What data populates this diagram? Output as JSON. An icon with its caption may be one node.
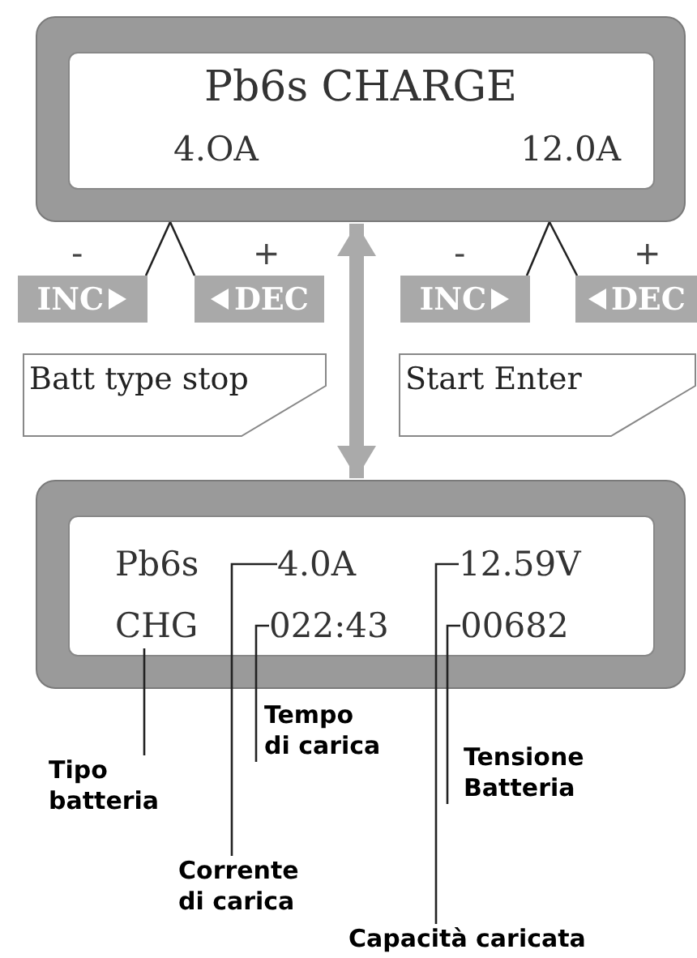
{
  "diagram": {
    "nodes": [
      {
        "text": [
          "Pb6s CHARGE"
        ]
      },
      {
        "text": [
          "4.OA"
        ],
        "in": 0
      },
      {
        "text": [
          "12.0A"
        ],
        "in": 0
      },
      {
        "text": [
          "INC"
        ],
        "beside": [
          "-"
        ]
      },
      {
        "text": [
          "DEC"
        ],
        "beside": [
          "+"
        ]
      },
      {
        "text": [
          "INC"
        ],
        "beside": [
          "-"
        ]
      },
      {
        "text": [
          "DEC"
        ],
        "beside": [
          "+"
        ]
      },
      {
        "text": [
          "Batt type stop"
        ]
      },
      {
        "text": [
          "Start Enter"
        ]
      },
      {
        "text": [],
        "shape": "box"
      },
      {
        "text": [
          "Pb6s"
        ],
        "in": 9
      },
      {
        "text": [
          "4.0A"
        ],
        "in": 9
      },
      {
        "text": [
          "12.59V"
        ],
        "in": 9
      },
      {
        "text": [
          "CHG"
        ],
        "in": 9
      },
      {
        "text": [
          "022:43"
        ],
        "in": 9
      },
      {
        "text": [
          "00682"
        ],
        "in": 9
      },
      {
        "text": [
          "Tipo batteria"
        ]
      },
      {
        "text": [
          "Corrente di carica"
        ]
      },
      {
        "text": [
          "Tempo di carica"
        ]
      },
      {
        "text": [
          "Tensione Batteria"
        ]
      },
      {
        "text": [
          "Capacità caricata"
        ]
      }
    ],
    "edges": [
      {
        "from": 0,
        "to": 3,
        "arrow": "none"
      },
      {
        "from": 0,
        "to": 4,
        "arrow": "none"
      },
      {
        "from": 0,
        "to": 5,
        "arrow": "none"
      },
      {
        "from": 0,
        "to": 6,
        "arrow": "none"
      },
      {
        "from": 0,
        "to": 9,
        "arrow": "both",
        "style": "thick",
        "color": "#aaaaaa"
      },
      {
        "from": 16,
        "to": 13,
        "arrow": "none"
      },
      {
        "from": 17,
        "to": 11,
        "arrow": "none"
      },
      {
        "from": 18,
        "to": 14,
        "arrow": "none"
      },
      {
        "from": 19,
        "to": 15,
        "arrow": "none"
      },
      {
        "from": 20,
        "to": 12,
        "arrow": "none"
      }
    ]
  }
}
